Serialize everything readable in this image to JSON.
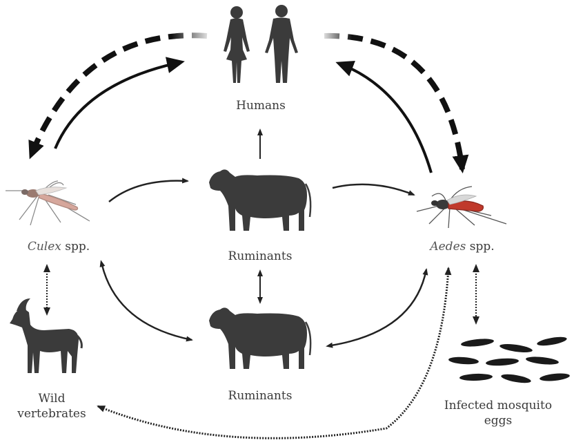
{
  "colors": {
    "silhouette": "#3b3b3b",
    "arrow": "#222222",
    "dashed_arrow": "#111111",
    "mosquito_red": "#c0392b",
    "label_text": "#3a3a3a"
  },
  "icons": {
    "humans": "human-couple-icon",
    "culex": "culex-mosquito-icon",
    "aedes": "aedes-mosquito-icon",
    "ruminant": "cow-icon",
    "wild": "antelope-icon",
    "eggs": "mosquito-eggs-icon"
  },
  "labels": {
    "humans": "Humans",
    "culex_genus": "Culex",
    "culex_suffix": " spp.",
    "aedes_genus": "Aedes",
    "aedes_suffix": " spp.",
    "ruminants_top": "Ruminants",
    "ruminants_bottom": "Ruminants",
    "wild_line1": "Wild",
    "wild_line2": "vertebrates",
    "eggs_line1": "Infected mosquito",
    "eggs_line2": "eggs"
  }
}
